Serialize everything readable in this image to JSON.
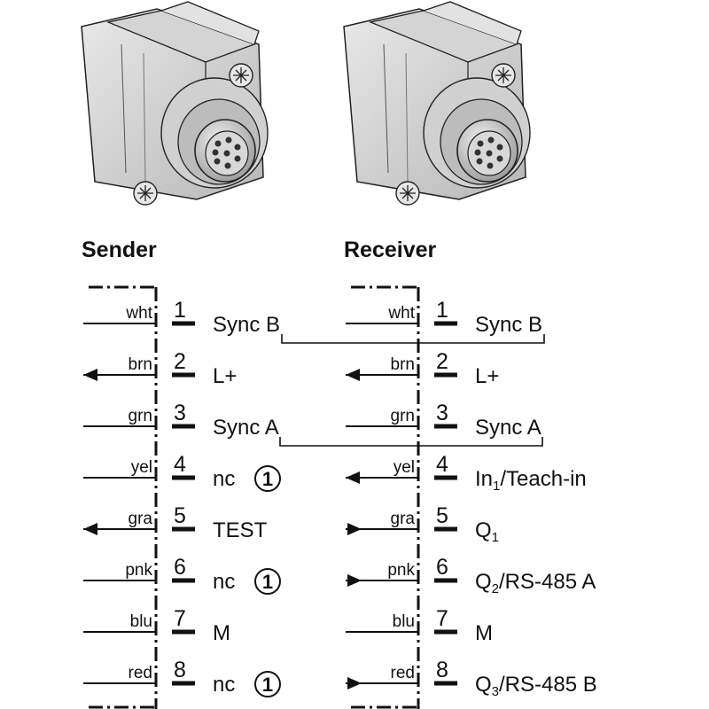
{
  "sections": [
    {
      "key": "sender",
      "title": "Sender",
      "pins": [
        {
          "num": "1",
          "wire": "wht",
          "signal": "Sync B",
          "arrow": "none",
          "note": false
        },
        {
          "num": "2",
          "wire": "brn",
          "signal": "L+",
          "arrow": "in",
          "note": false
        },
        {
          "num": "3",
          "wire": "grn",
          "signal": "Sync A",
          "arrow": "none",
          "note": false
        },
        {
          "num": "4",
          "wire": "yel",
          "signal": "nc",
          "arrow": "none",
          "note": true
        },
        {
          "num": "5",
          "wire": "gra",
          "signal": "TEST",
          "arrow": "in",
          "note": false
        },
        {
          "num": "6",
          "wire": "pnk",
          "signal": "nc",
          "arrow": "none",
          "note": true
        },
        {
          "num": "7",
          "wire": "blu",
          "signal": "M",
          "arrow": "none",
          "note": false
        },
        {
          "num": "8",
          "wire": "red",
          "signal": "nc",
          "arrow": "none",
          "note": true
        }
      ]
    },
    {
      "key": "receiver",
      "title": "Receiver",
      "pins": [
        {
          "num": "1",
          "wire": "wht",
          "signal": "Sync B",
          "arrow": "none",
          "note": false
        },
        {
          "num": "2",
          "wire": "brn",
          "signal": "L+",
          "arrow": "in",
          "note": false
        },
        {
          "num": "3",
          "wire": "grn",
          "signal": "Sync A",
          "arrow": "none",
          "note": false
        },
        {
          "num": "4",
          "wire": "yel",
          "signal": "In",
          "sub": "1",
          "tail": "/Teach-in",
          "arrow": "in",
          "note": false
        },
        {
          "num": "5",
          "wire": "gra",
          "signal": "Q",
          "sub": "1",
          "tail": "",
          "arrow": "out",
          "note": false
        },
        {
          "num": "6",
          "wire": "pnk",
          "signal": "Q",
          "sub": "2",
          "tail": "/RS-485 A",
          "arrow": "out",
          "note": false
        },
        {
          "num": "7",
          "wire": "blu",
          "signal": "M",
          "arrow": "none",
          "note": false
        },
        {
          "num": "8",
          "wire": "red",
          "signal": "Q",
          "sub": "3",
          "tail": "/RS-485 B",
          "arrow": "out",
          "note": false
        }
      ]
    }
  ],
  "note_marker": "1",
  "links": [
    {
      "pin": "1",
      "signal": "Sync B"
    },
    {
      "pin": "3",
      "signal": "Sync A"
    }
  ],
  "connector_icon": "m12-8pin-connector-icon",
  "line_color": "#111111",
  "body_color": "#c9c9c9"
}
